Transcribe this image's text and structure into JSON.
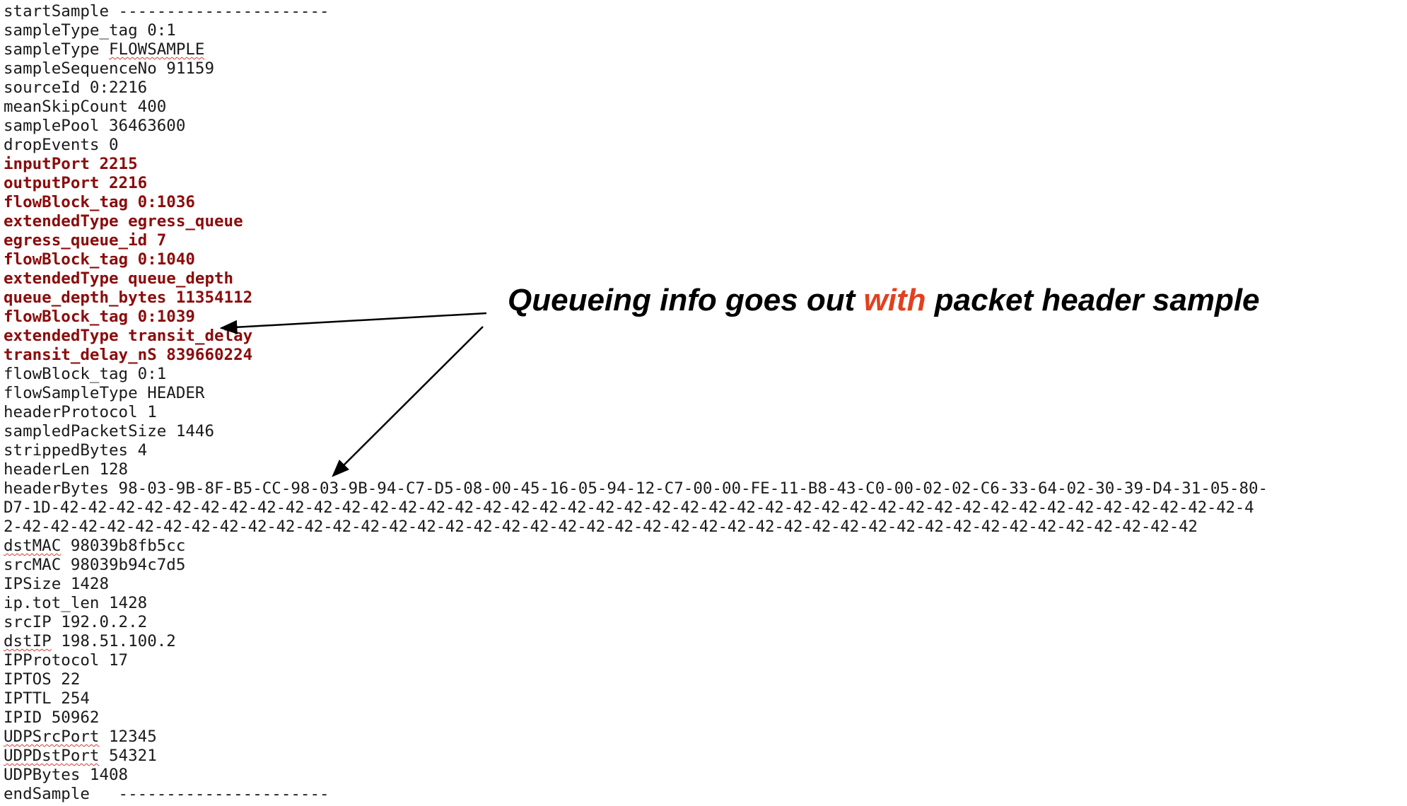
{
  "lines": [
    {
      "pre": "startSample ----------------------"
    },
    {
      "pre": "sampleType_tag 0:1"
    },
    {
      "pre": "sampleType ",
      "marked": "FLOWSAMPLE"
    },
    {
      "pre": "sampleSequenceNo 91159"
    },
    {
      "pre": "sourceId 0:2216"
    },
    {
      "pre": "meanSkipCount 400"
    },
    {
      "pre": "samplePool 36463600"
    },
    {
      "pre": "dropEvents 0"
    },
    {
      "pre": "inputPort 2215"
    },
    {
      "pre": "outputPort 2216"
    },
    {
      "pre": "flowBlock_tag 0:1036"
    },
    {
      "pre": "extendedType egress_queue"
    },
    {
      "pre": "egress_queue_id 7"
    },
    {
      "pre": "flowBlock_tag 0:1040"
    },
    {
      "pre": "extendedType queue_depth"
    },
    {
      "pre": "queue_depth_bytes 11354112"
    },
    {
      "pre": "flowBlock_tag 0:1039"
    },
    {
      "pre": "extendedType transit_delay"
    },
    {
      "pre": "transit_delay_nS 839660224"
    },
    {
      "pre": "flowBlock_tag 0:1"
    },
    {
      "pre": "flowSampleType HEADER"
    },
    {
      "pre": "headerProtocol 1"
    },
    {
      "pre": "sampledPacketSize 1446"
    },
    {
      "pre": "strippedBytes 4"
    },
    {
      "pre": "headerLen 128"
    },
    {
      "pre": "headerBytes 98-03-9B-8F-B5-CC-98-03-9B-94-C7-D5-08-00-45-16-05-94-12-C7-00-00-FE-11-B8-43-C0-00-02-02-C6-33-64-02-30-39-D4-31-05-80-"
    },
    {
      "pre": "D7-1D-42-42-42-42-42-42-42-42-42-42-42-42-42-42-42-42-42-42-42-42-42-42-42-42-42-42-42-42-42-42-42-42-42-42-42-42-42-42-42-42-42-42-4"
    },
    {
      "pre": "2-42-42-42-42-42-42-42-42-42-42-42-42-42-42-42-42-42-42-42-42-42-42-42-42-42-42-42-42-42-42-42-42-42-42-42-42-42-42-42-42-42-42"
    },
    {
      "marked": "dstMAC",
      "post": " 98039b8fb5cc"
    },
    {
      "pre": "srcMAC 98039b94c7d5"
    },
    {
      "pre": "IPSize 1428"
    },
    {
      "pre": "ip.tot_len 1428"
    },
    {
      "pre": "srcIP 192.0.2.2"
    },
    {
      "marked": "dstIP",
      "post": " 198.51.100.2"
    },
    {
      "pre": "IPProtocol 17"
    },
    {
      "pre": "IPTOS 22"
    },
    {
      "pre": "IPTTL 254"
    },
    {
      "pre": "IPID 50962"
    },
    {
      "marked": "UDPSrcPort",
      "post": " 12345"
    },
    {
      "marked": "UDPDstPort",
      "post": " 54321"
    },
    {
      "pre": "UDPBytes 1408"
    },
    {
      "pre": "endSample   ----------------------"
    }
  ],
  "callout": {
    "before": "Queueing info goes out ",
    "emphasis": "with",
    "after": " packet header sample"
  },
  "colors": {
    "highlight_text": "#8b0b0b",
    "emphasis": "#e2401f",
    "spellcheck_underline": "#d23b3b"
  }
}
